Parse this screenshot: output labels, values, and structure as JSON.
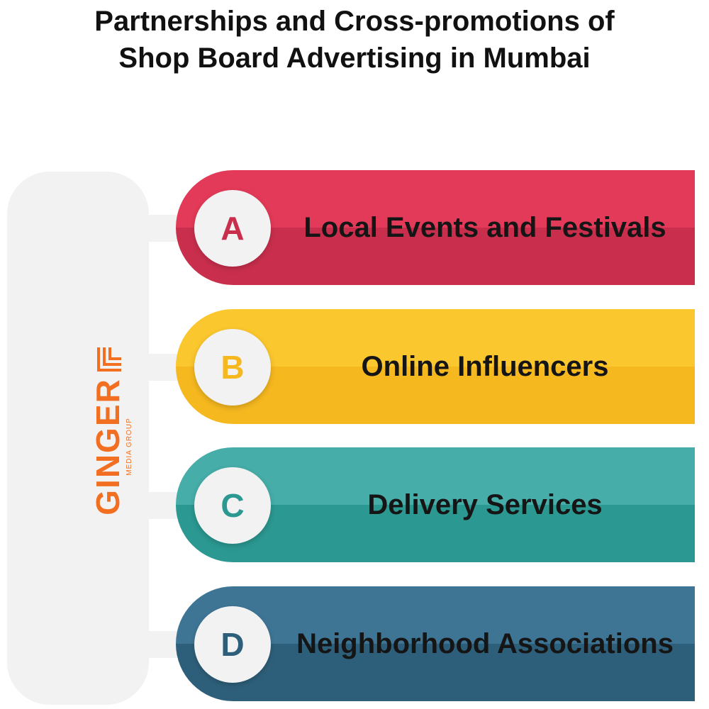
{
  "title": {
    "line1": "Partnerships and Cross-promotions of",
    "line2": "Shop Board Advertising in Mumbai"
  },
  "logo": {
    "name": "GINGER",
    "subtitle": "MEDIA GROUP",
    "color": "#f26f21"
  },
  "items": [
    {
      "letter": "A",
      "text": "Local Events and Festivals",
      "color_light": "#e23a58",
      "color_dark": "#c92f4d"
    },
    {
      "letter": "B",
      "text": "Online Influencers",
      "color_light": "#fbc72e",
      "color_dark": "#f5b81f"
    },
    {
      "letter": "C",
      "text": "Delivery Services",
      "color_light": "#46ada9",
      "color_dark": "#2b9891"
    },
    {
      "letter": "D",
      "text": "Neighborhood Associations",
      "color_light": "#3e7595",
      "color_dark": "#2e5f7a"
    }
  ]
}
